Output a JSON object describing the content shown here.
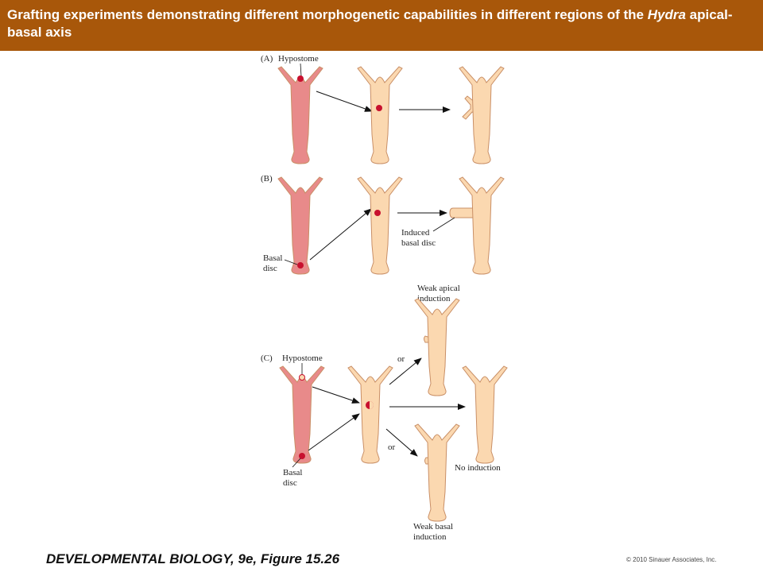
{
  "header": {
    "title_part1": "Grafting experiments demonstrating different morphogenetic capabilities in different regions of the",
    "title_italic": "Hydra",
    "title_part2": " apical-basal axis"
  },
  "panels": {
    "a": {
      "letter": "(A)",
      "label": "Hypostome"
    },
    "b": {
      "letter": "(B)",
      "basal_line1": "Basal",
      "basal_line2": "disc",
      "induced_line1": "Induced",
      "induced_line2": "basal disc"
    },
    "c": {
      "letter": "(C)",
      "hypostome": "Hypostome",
      "basal_line1": "Basal",
      "basal_line2": "disc",
      "weak_apical_line1": "Weak apical",
      "weak_apical_line2": "induction",
      "or_top": "or",
      "or_bottom": "or",
      "no_induction": "No induction",
      "weak_basal_line1": "Weak basal",
      "weak_basal_line2": "induction"
    }
  },
  "footer": {
    "left": "DEVELOPMENTAL BIOLOGY, 9e, Figure 15.26",
    "right": "© 2010 Sinauer Associates, Inc."
  },
  "colors": {
    "donor": "#e88a8a",
    "host": "#fbd8b0",
    "graft": "#c8102e",
    "header": "#a8570a"
  }
}
